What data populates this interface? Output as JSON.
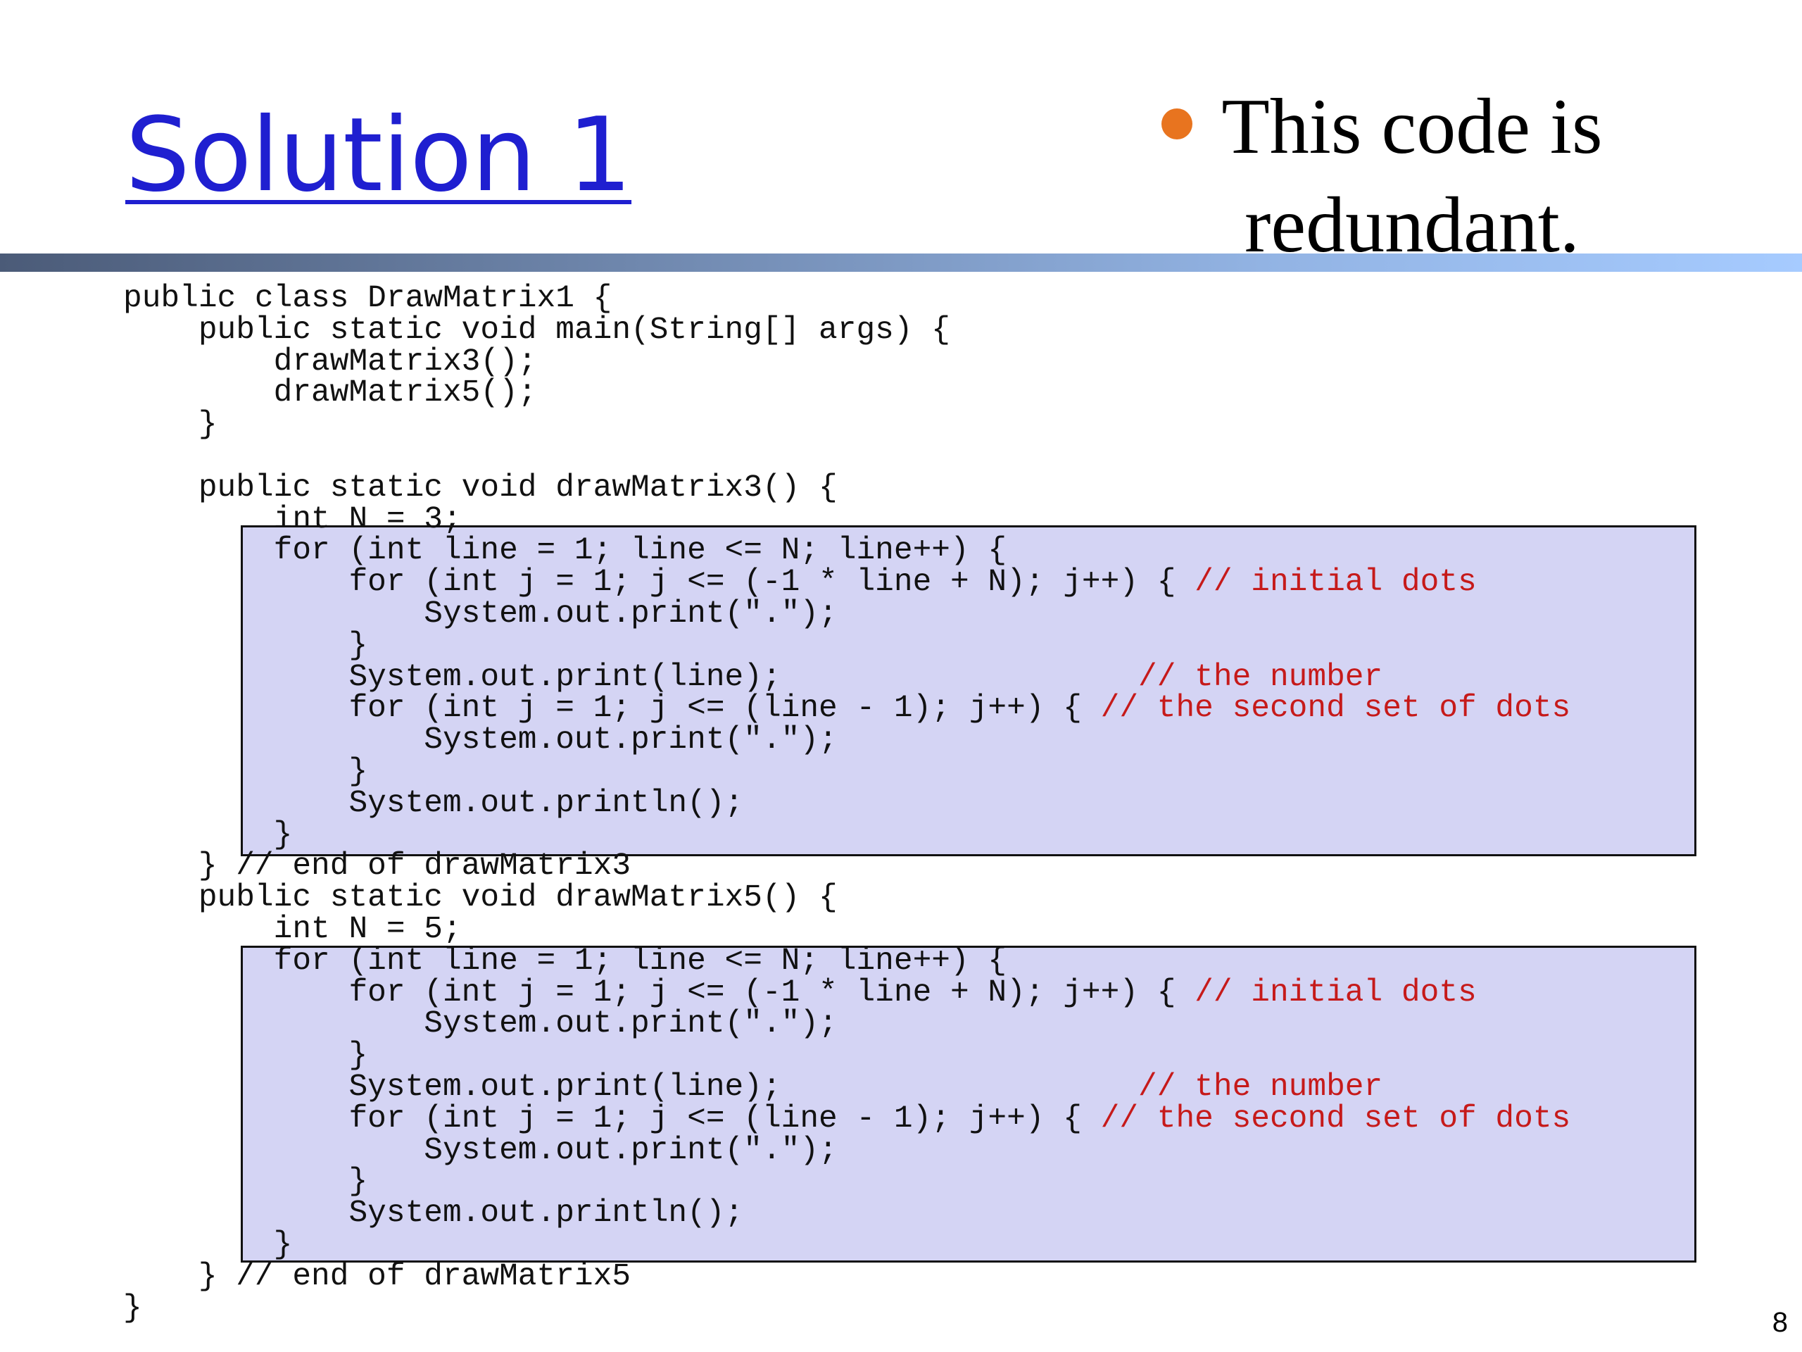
{
  "slide": {
    "title": "Solution 1",
    "bullet_lines": [
      "This code is",
      "redundant."
    ],
    "page_number": "8"
  },
  "code": [
    {
      "text": "public class DrawMatrix1 {",
      "comment": ""
    },
    {
      "text": "    public static void main(String[] args) {",
      "comment": ""
    },
    {
      "text": "        drawMatrix3();",
      "comment": ""
    },
    {
      "text": "        drawMatrix5();",
      "comment": ""
    },
    {
      "text": "    }",
      "comment": ""
    },
    {
      "text": "",
      "comment": ""
    },
    {
      "text": "    public static void drawMatrix3() {",
      "comment": ""
    },
    {
      "text": "        int N = 3;",
      "comment": ""
    },
    {
      "text": "        for (int line = 1; line <= N; line++) {",
      "comment": ""
    },
    {
      "text": "            for (int j = 1; j <= (-1 * line + N); j++) { ",
      "comment": "// initial dots"
    },
    {
      "text": "                System.out.print(\".\");",
      "comment": ""
    },
    {
      "text": "            }",
      "comment": ""
    },
    {
      "text": "            System.out.print(line);                   ",
      "comment": "// the number"
    },
    {
      "text": "            for (int j = 1; j <= (line - 1); j++) { ",
      "comment": "// the second set of dots"
    },
    {
      "text": "                System.out.print(\".\");",
      "comment": ""
    },
    {
      "text": "            }",
      "comment": ""
    },
    {
      "text": "            System.out.println();",
      "comment": ""
    },
    {
      "text": "        }",
      "comment": ""
    },
    {
      "text": "    } // end of drawMatrix3",
      "comment": ""
    },
    {
      "text": "    public static void drawMatrix5() {",
      "comment": ""
    },
    {
      "text": "        int N = 5;",
      "comment": ""
    },
    {
      "text": "        for (int line = 1; line <= N; line++) {",
      "comment": ""
    },
    {
      "text": "            for (int j = 1; j <= (-1 * line + N); j++) { ",
      "comment": "// initial dots"
    },
    {
      "text": "                System.out.print(\".\");",
      "comment": ""
    },
    {
      "text": "            }",
      "comment": ""
    },
    {
      "text": "            System.out.print(line);                   ",
      "comment": "// the number"
    },
    {
      "text": "            for (int j = 1; j <= (line - 1); j++) { ",
      "comment": "// the second set of dots"
    },
    {
      "text": "                System.out.print(\".\");",
      "comment": ""
    },
    {
      "text": "            }",
      "comment": ""
    },
    {
      "text": "            System.out.println();",
      "comment": ""
    },
    {
      "text": "        }",
      "comment": ""
    },
    {
      "text": "    } // end of drawMatrix5",
      "comment": ""
    },
    {
      "text": "}",
      "comment": ""
    }
  ],
  "colors": {
    "title": "#1f1fd0",
    "bullet": "#e8741f",
    "highlight_box": "#d4d4f4",
    "comment": "#c61a1a"
  }
}
